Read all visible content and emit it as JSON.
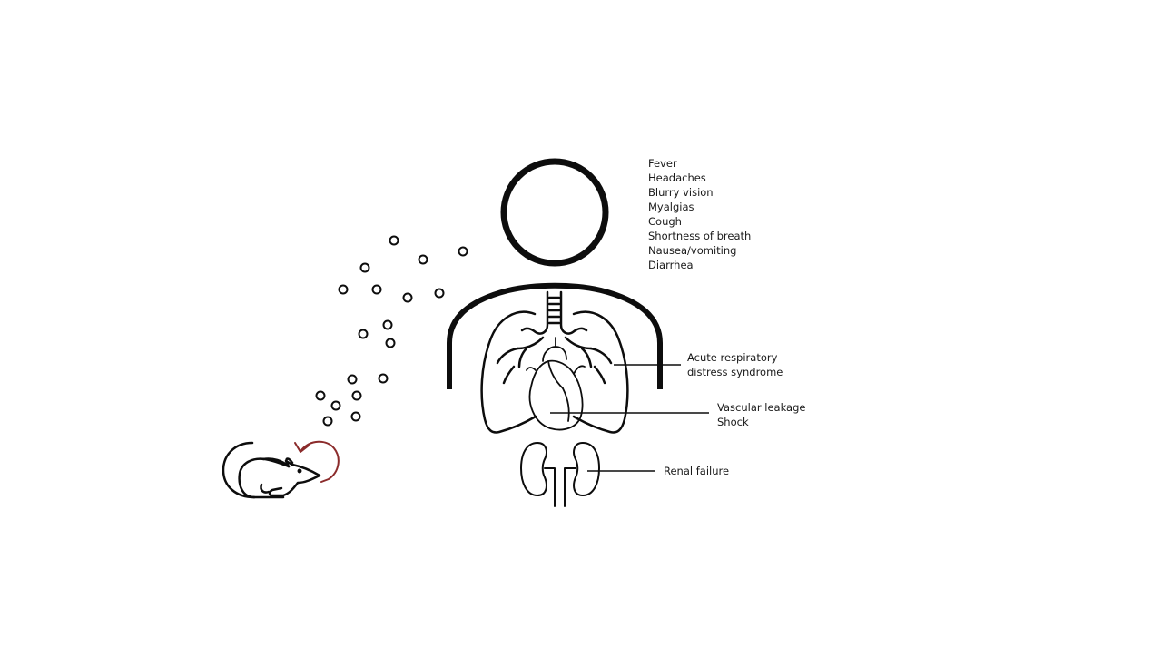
{
  "symptoms": [
    "Fever",
    "Headaches",
    "Blurry vision",
    "Myalgias",
    "Cough",
    "Shortness of breath",
    "Nausea/vomiting",
    "Diarrhea"
  ],
  "complications": {
    "lungs": {
      "line1": "Acute respiratory",
      "line2": "distress syndrome"
    },
    "vascular": {
      "line1": "Vascular leakage",
      "line2": "Shock"
    },
    "kidneys": {
      "line1": "Renal failure"
    }
  },
  "icons": {
    "person": "person-outline-icon",
    "lungs": "lungs-icon",
    "heart": "heart-icon",
    "kidneys": "kidneys-icon",
    "rodent": "rodent-icon",
    "particles": "virus-particle-icon",
    "cycle": "circular-arrow-icon"
  },
  "colors": {
    "line": "#0d0d0d",
    "text": "#1a1a1a",
    "cycle_arrow": "#8b2b2b",
    "background": "#ffffff"
  }
}
